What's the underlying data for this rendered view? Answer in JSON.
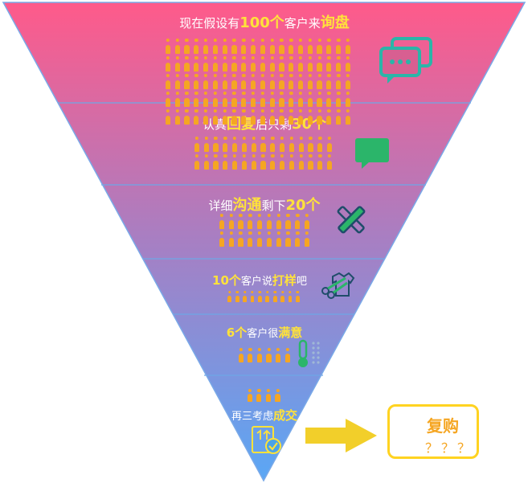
{
  "stages": [
    {
      "pre": "现在假设有",
      "hl": "100个",
      "post": "客户来",
      "hl2": "询盘",
      "count": 100,
      "icon": "chat-bubbles-icon"
    },
    {
      "pre": "认真",
      "hl": "回复",
      "post": "后只剩",
      "hl2": "30个",
      "count": 30,
      "icon": "message-icon"
    },
    {
      "pre": "详细",
      "hl": "沟通",
      "post": "剩下",
      "hl2": "20个",
      "count": 20,
      "icon": "ruler-pencil-icon"
    },
    {
      "pre": "",
      "hl": "10个",
      "post": "客户说",
      "hl2": "打样",
      "tail": "吧",
      "count": 10,
      "icon": "scissors-shirt-icon"
    },
    {
      "pre": "",
      "hl": "6个",
      "post": "客户很",
      "hl2": "满意",
      "count": 6,
      "icon": "thermometer-icon"
    },
    {
      "pre": "再三考虑",
      "hl": "成交",
      "post": "",
      "hl2": "",
      "count": 4,
      "icon": "checklist-icon"
    }
  ],
  "result": {
    "title": "复购",
    "question": "？？？",
    "icon": "person-icon"
  },
  "colors": {
    "top": "#ff5a8a",
    "bottom": "#5aa7f5",
    "person": "#f5a623",
    "highlight": "#ffe23a",
    "arrow": "#f2cf2a",
    "icon_teal": "#2bb5a8",
    "icon_green": "#2bb56a",
    "icon_blue": "#2384c8"
  }
}
